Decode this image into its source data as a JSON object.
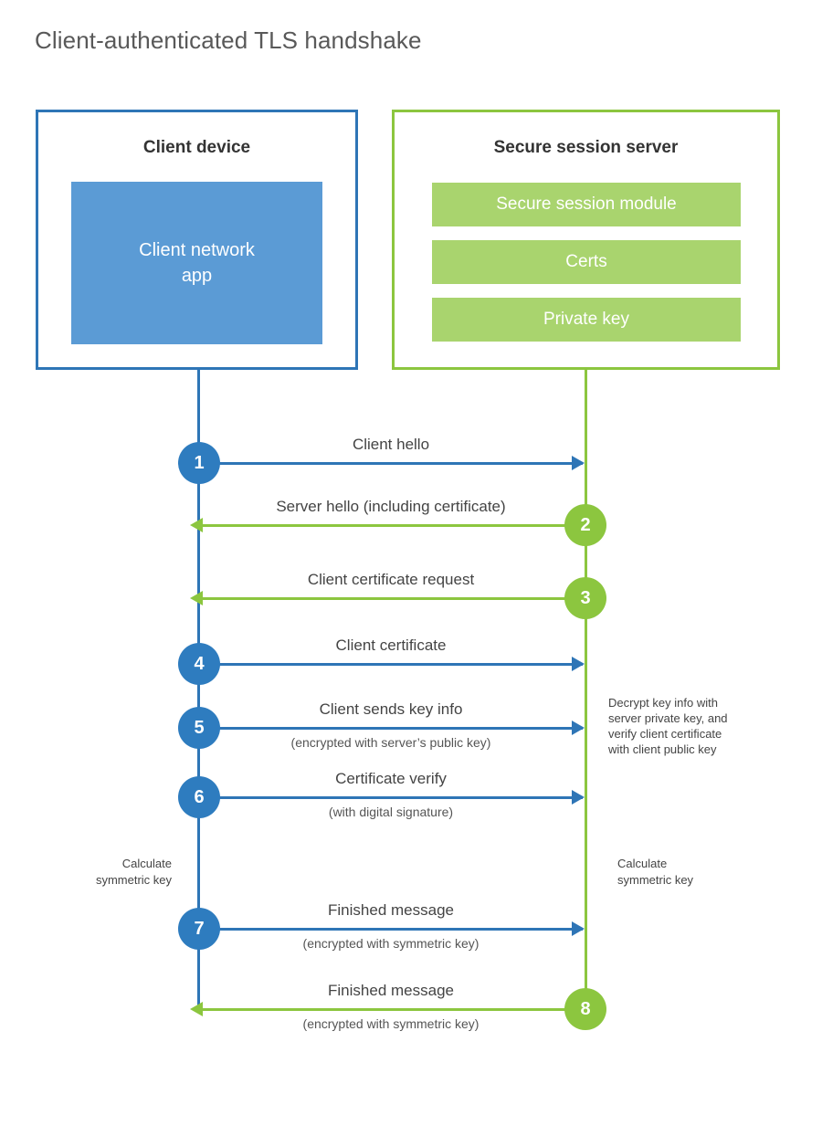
{
  "title": "Client-authenticated TLS handshake",
  "colors": {
    "client_border": "#2E75B6",
    "client_fill": "#5B9BD5",
    "client_badge": "#2E7CBF",
    "server_border": "#8CC63F",
    "server_fill": "#A9D46E",
    "server_badge": "#8CC63F",
    "title_text": "#595959",
    "body_text": "#444444",
    "background": "#ffffff"
  },
  "client": {
    "title": "Client device",
    "app_label_line1": "Client network",
    "app_label_line2": "app"
  },
  "server": {
    "title": "Secure session server",
    "components": [
      "Secure session module",
      "Certs",
      "Private key"
    ]
  },
  "steps": [
    {
      "number": "1",
      "label": "Client hello",
      "sublabel": "",
      "direction": "client-to-server",
      "color": "#2E75B6"
    },
    {
      "number": "2",
      "label": "Server hello (including certificate)",
      "sublabel": "",
      "direction": "server-to-client",
      "color": "#8CC63F"
    },
    {
      "number": "3",
      "label": "Client certificate request",
      "sublabel": "",
      "direction": "server-to-client",
      "color": "#8CC63F"
    },
    {
      "number": "4",
      "label": "Client certificate",
      "sublabel": "",
      "direction": "client-to-server",
      "color": "#2E75B6"
    },
    {
      "number": "5",
      "label": "Client sends key info",
      "sublabel": "(encrypted with server’s public key)",
      "direction": "client-to-server",
      "color": "#2E75B6"
    },
    {
      "number": "6",
      "label": "Certificate verify",
      "sublabel": "(with digital signature)",
      "direction": "client-to-server",
      "color": "#2E75B6"
    },
    {
      "number": "7",
      "label": "Finished message",
      "sublabel": "(encrypted with symmetric key)",
      "direction": "client-to-server",
      "color": "#2E75B6"
    },
    {
      "number": "8",
      "label": "Finished message",
      "sublabel": "(encrypted with symmetric key)",
      "direction": "server-to-client",
      "color": "#8CC63F"
    }
  ],
  "notes": {
    "server_decrypt": {
      "line1": "Decrypt key info with",
      "line2": "server private key, and",
      "line3": "verify client certificate",
      "line4": "with client public key"
    },
    "client_symmetric": {
      "line1": "Calculate",
      "line2": "symmetric key"
    },
    "server_symmetric": {
      "line1": "Calculate",
      "line2": "symmetric key"
    }
  }
}
